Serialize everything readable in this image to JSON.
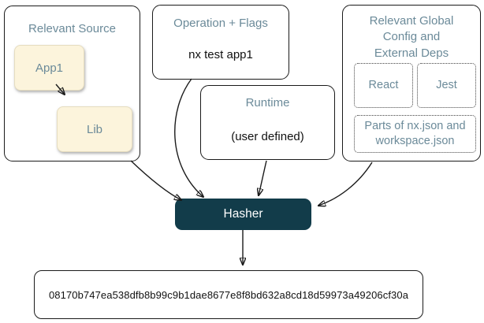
{
  "colors": {
    "accent_text": "#6b8a99",
    "node_fill": "#fcf4dc",
    "node_border": "#e6ddc0",
    "hasher_fill": "#123c4a",
    "hasher_text": "#ffffff",
    "box_border": "#1a1a1a",
    "line_color": "#1a1a1a",
    "dotted_border": "#444444",
    "page_bg": "#ffffff"
  },
  "diagram": {
    "source_group": {
      "title": "Relevant Source",
      "app_node": "App1",
      "lib_node": "Lib"
    },
    "operation_group": {
      "title": "Operation + Flags",
      "command": "nx test app1"
    },
    "runtime_group": {
      "title": "Runtime",
      "value": "(user defined)"
    },
    "config_group": {
      "title": "Relevant Global Config and External Deps",
      "dep_react": "React",
      "dep_jest": "Jest",
      "config_files": "Parts of nx.json and workspace.json"
    },
    "hasher_label": "Hasher",
    "hash_value": "08170b747ea538dfb8b99c9b1dae8677e8f8bd632a8cd18d59973a49206cf30a"
  }
}
